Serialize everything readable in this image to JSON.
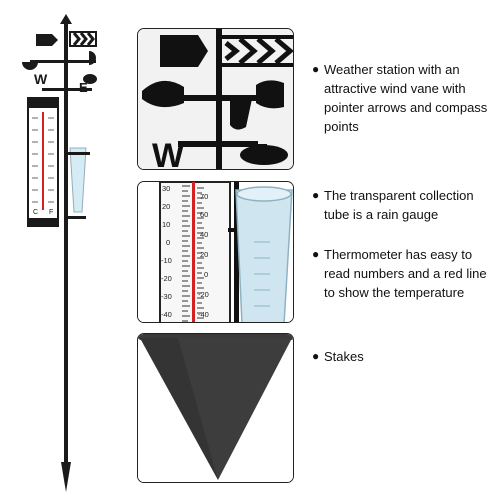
{
  "bullets": [
    {
      "text": "Weather station with an attractive wind vane with pointer arrows and compass points"
    },
    {
      "text": "The transparent collection tube is a rain gauge"
    },
    {
      "text": "Thermometer has easy to read numbers and a red line to show the temperature"
    },
    {
      "text": "Stakes"
    }
  ],
  "thermometer_zoom": {
    "celsius_ticks": [
      "30",
      "20",
      "10",
      "0",
      "-10",
      "-20",
      "-30",
      "-40"
    ],
    "fahrenheit_ticks": [
      "70",
      "60",
      "40",
      "20",
      "0",
      "-20",
      "-40"
    ]
  },
  "colors": {
    "outline": "#222222",
    "stake": "#1a1a1a",
    "red_line": "#d42020",
    "gauge": "#cfe6f0"
  }
}
